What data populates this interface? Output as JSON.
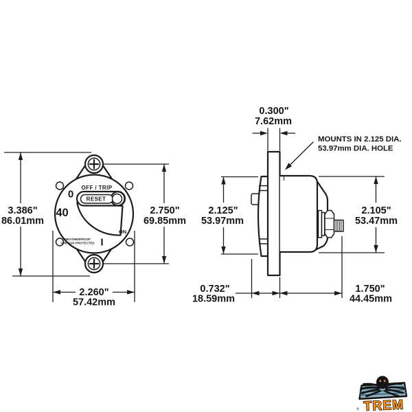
{
  "front_view": {
    "label_off_trip": "OFF / TRIP",
    "symbol_off": "0",
    "label_reset": "RESET",
    "label_rating": "40",
    "label_on": "ON",
    "symbol_on": "I",
    "label_weatherproof": "WEATHERPROOF",
    "label_ignition": "IGNITION PROTECTED",
    "dim_overall_height": {
      "inches": "3.386\"",
      "mm": "86.01mm"
    },
    "dim_bezel_height": {
      "inches": "2.750\"",
      "mm": "69.85mm"
    },
    "dim_overall_width": {
      "inches": "2.260\"",
      "mm": "57.42mm"
    }
  },
  "side_view": {
    "dim_panel_thickness": {
      "inches": "0.300\"",
      "mm": "7.62mm"
    },
    "dim_rear_height": {
      "inches": "2.125\"",
      "mm": "53.97mm"
    },
    "dim_body_height": {
      "inches": "2.105\"",
      "mm": "53.47mm"
    },
    "dim_rear_depth": {
      "inches": "0.732\"",
      "mm": "18.59mm"
    },
    "dim_front_depth": {
      "inches": "1.750\"",
      "mm": "44.45mm"
    },
    "mount_note_line1": "MOUNTS IN 2.125 DIA.",
    "mount_note_line2": "53.97mm DIA. HOLE"
  },
  "logo": {
    "brand": "TREM",
    "registered": "®"
  },
  "colors": {
    "line": "#1c1c1c",
    "logo_orange": "#f7941d",
    "logo_raft": "#8fb3c4"
  }
}
